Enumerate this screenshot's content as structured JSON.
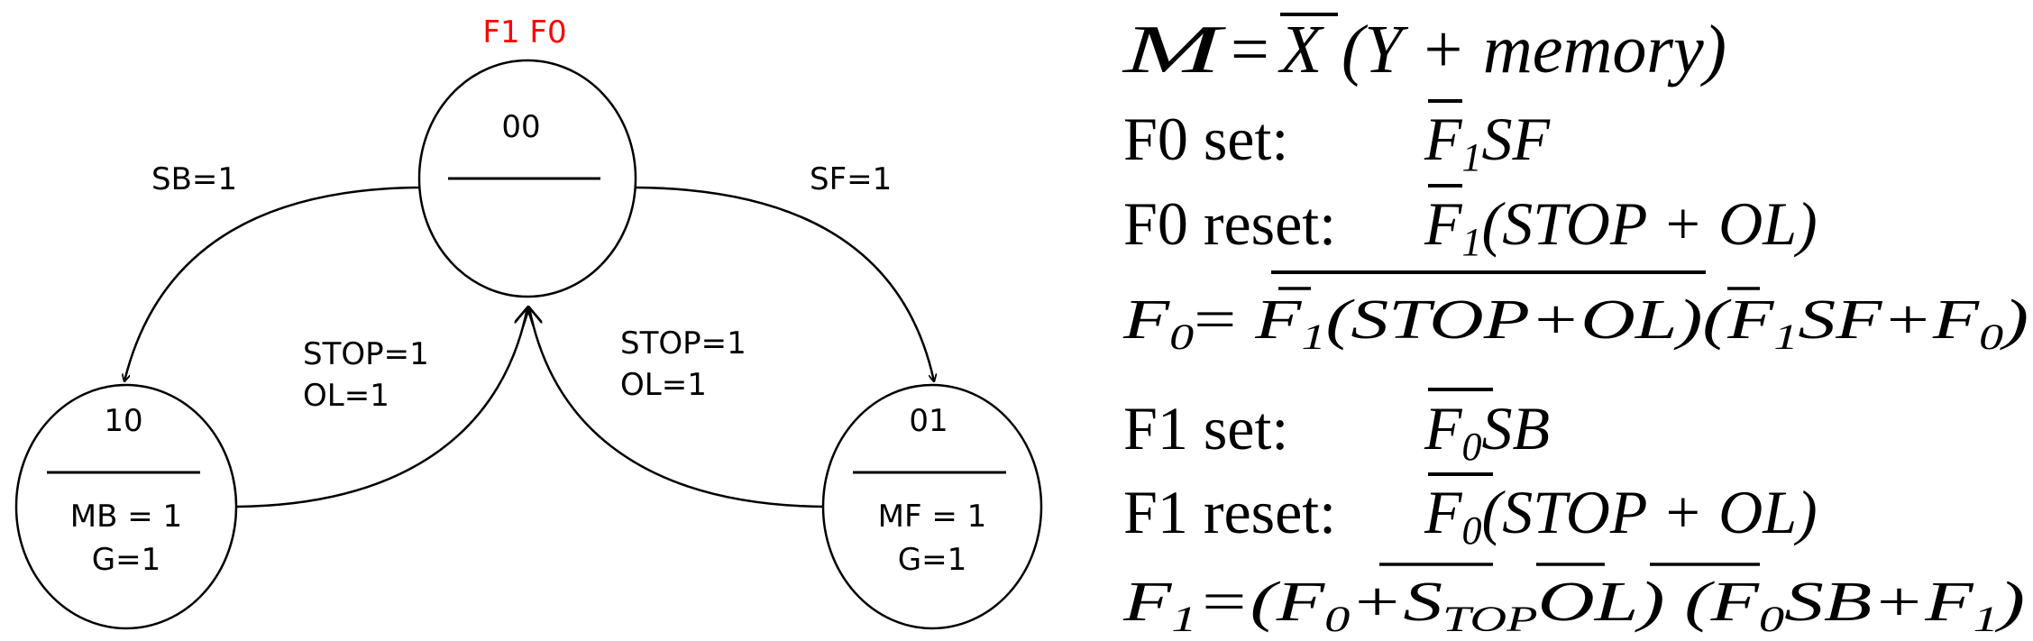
{
  "colors": {
    "header": "#ff0000",
    "ink": "#000000"
  },
  "header": "F1 F0",
  "states": {
    "s00": {
      "code": "00",
      "output1": "",
      "output2": ""
    },
    "s10": {
      "code": "10",
      "output1": "MB = 1",
      "output2": "G=1"
    },
    "s01": {
      "code": "01",
      "output1": "MF = 1",
      "output2": "G=1"
    }
  },
  "transitions": {
    "to_backward": "SB=1",
    "to_forward": "SF=1",
    "from_backward_1": "STOP=1",
    "from_backward_2": "OL=1",
    "from_forward_1": "STOP=1",
    "from_forward_2": "OL=1"
  },
  "equations": {
    "m": {
      "lhs": "M",
      "eq": " = ",
      "xbar": "X",
      "rest": "(Y + memory)"
    },
    "f0set": {
      "label": "F0 set:",
      "f": "F",
      "sub": "1",
      "rest": "SF"
    },
    "f0reset": {
      "label": "F0 reset:",
      "f": "F",
      "sub": "1",
      "rest": "(STOP + OL)"
    },
    "f0": {
      "lhs": "F",
      "lhs_sub": "0",
      "eq": "= ",
      "bar_f": "F",
      "bar_sub": "1",
      "bar_rest": "(STOP+OL)",
      "open": "(",
      "f": "F",
      "sub": "1",
      "mid": "SF+F",
      "mid_sub": "0",
      "close": ")"
    },
    "f1set": {
      "label": "F1 set:",
      "f": "F",
      "sub": "0",
      "rest": "SB"
    },
    "f1reset": {
      "label": "F1 reset:",
      "f": "F",
      "sub": "0",
      "rest": "(STOP + OL)"
    },
    "f1": {
      "lhs": "F",
      "lhs_sub": "1",
      "eq": "=(F",
      "a_sub": "0",
      "plus": "+",
      "s": "S",
      "s_sub": "TOP",
      "ol": "OL",
      "close1": ")",
      "open2": " (",
      "f": "F",
      "sub": "0",
      "mid": "SB+F",
      "mid_sub": "1",
      "close2": ")"
    }
  }
}
